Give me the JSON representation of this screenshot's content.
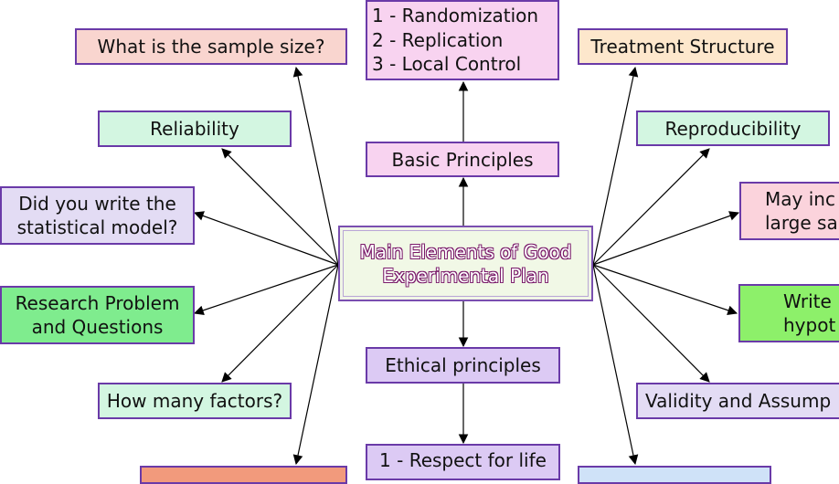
{
  "center": {
    "label": "Main Elements of Good\nExperimental Plan",
    "color": "#f1f8e6"
  },
  "nodes": [
    {
      "id": "principles-list",
      "label": "1 - Randomization\n2 - Replication\n3 - Local Control",
      "color": "#f8d3f0"
    },
    {
      "id": "basic-principles",
      "label": "Basic Principles",
      "color": "#f8d3f0"
    },
    {
      "id": "ethical-principles",
      "label": "Ethical principles",
      "color": "#dccaf4"
    },
    {
      "id": "respect-for-life",
      "label": "1 - Respect for life",
      "color": "#dccaf4"
    },
    {
      "id": "sample-size",
      "label": "What is the sample size?",
      "color": "#f9d5cf"
    },
    {
      "id": "reliability",
      "label": "Reliability",
      "color": "#d3f6e1"
    },
    {
      "id": "statistical-model",
      "label": "Did you write the\nstatistical model?",
      "color": "#e3dcf4"
    },
    {
      "id": "research-problem",
      "label": "Research Problem\nand Questions",
      "color": "#7fec8e"
    },
    {
      "id": "how-many-factors",
      "label": "How many factors?",
      "color": "#d3f6e1"
    },
    {
      "id": "bottom-left",
      "label": "",
      "color": "#f29a7c"
    },
    {
      "id": "treatment-structure",
      "label": "Treatment Structure",
      "color": "#fde7cc"
    },
    {
      "id": "reproducibility",
      "label": "Reproducibility",
      "color": "#d3f6e1"
    },
    {
      "id": "may-include",
      "label": "May inc\nlarge sa",
      "color": "#fbd3dc"
    },
    {
      "id": "write-hypothesis",
      "label": "Write\nhypot",
      "color": "#8df06a"
    },
    {
      "id": "validity",
      "label": "Validity and Assump",
      "color": "#e3dcf4"
    },
    {
      "id": "bottom-right",
      "label": "",
      "color": "#cfe2f8"
    }
  ]
}
